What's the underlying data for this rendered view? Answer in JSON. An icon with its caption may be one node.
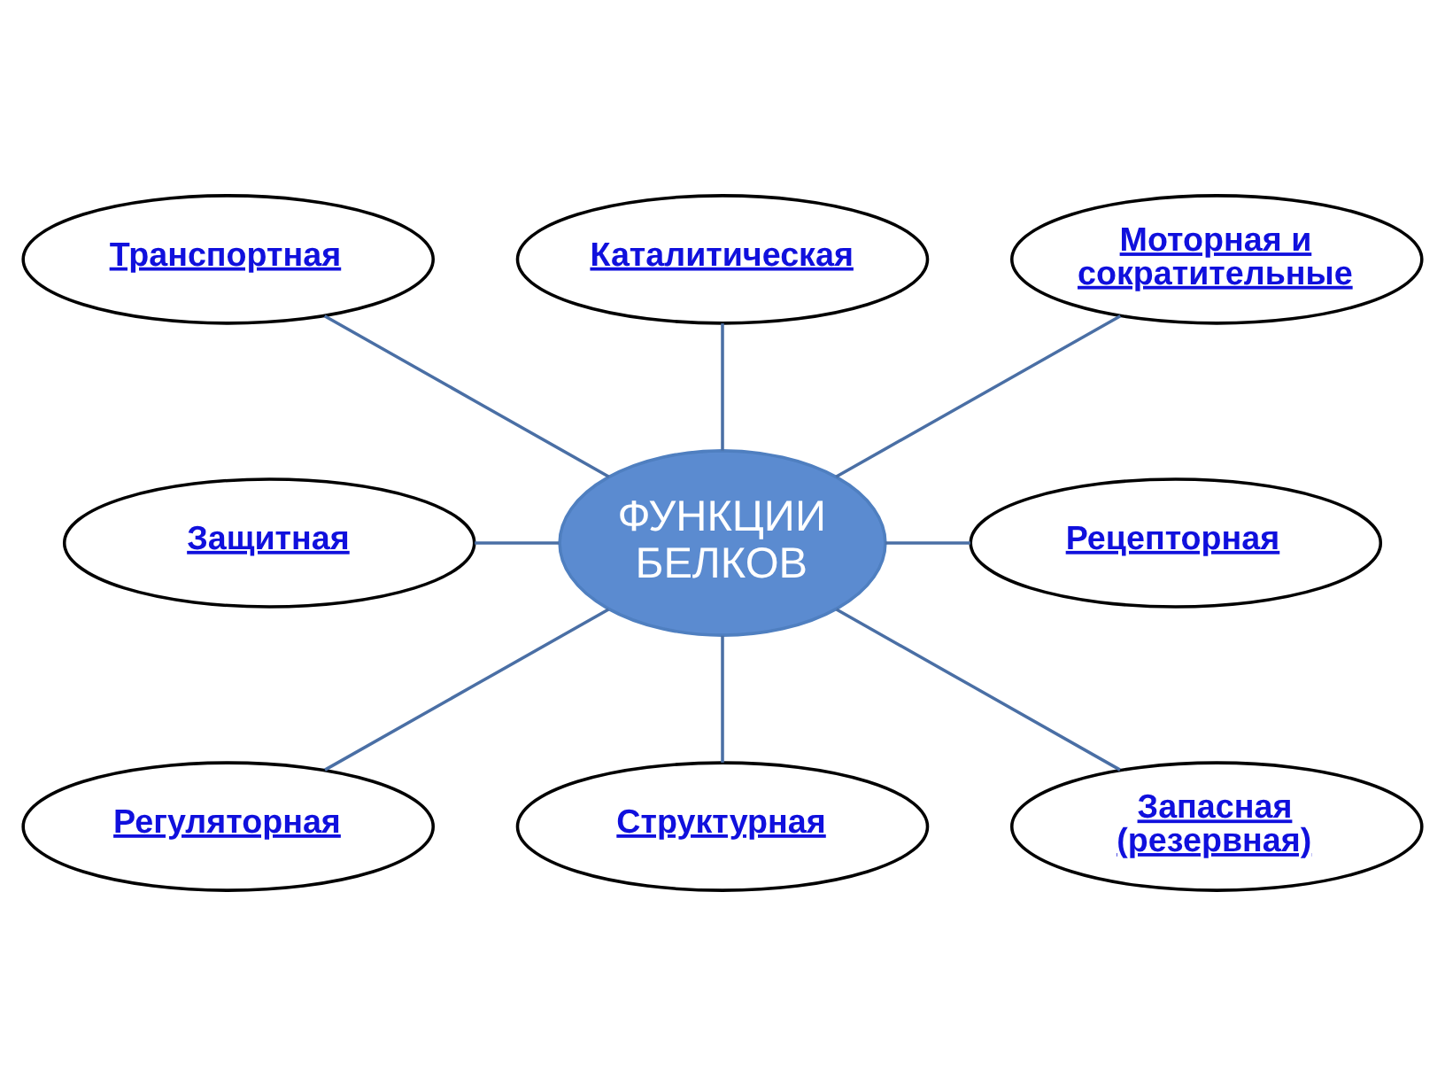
{
  "diagram": {
    "nodes": [
      {
        "text": [
          "Транспортная"
        ]
      },
      {
        "text": [
          "Моторная и сократительные"
        ]
      },
      {
        "text": [
          "Каталитическая"
        ]
      },
      {
        "text": [
          "Защитная"
        ]
      },
      {
        "text": [
          "ФУНКЦИИ БЕЛКОВ"
        ]
      },
      {
        "text": [
          "Рецепторная"
        ]
      },
      {
        "text": [
          "Регуляторная"
        ]
      },
      {
        "text": [
          "Запасная (резервная)"
        ]
      },
      {
        "text": [
          "Структурная"
        ]
      }
    ],
    "edges": [
      {
        "from": 0,
        "to": 4,
        "arrow": "none"
      },
      {
        "from": 2,
        "to": 4,
        "arrow": "none"
      },
      {
        "from": 1,
        "to": 4,
        "arrow": "none"
      },
      {
        "from": 3,
        "to": 4,
        "arrow": "none"
      },
      {
        "from": 4,
        "to": 5,
        "arrow": "none"
      },
      {
        "from": 4,
        "to": 6,
        "arrow": "none"
      },
      {
        "from": 4,
        "to": 8,
        "arrow": "none"
      },
      {
        "from": 4,
        "to": 7,
        "arrow": "none"
      }
    ]
  }
}
